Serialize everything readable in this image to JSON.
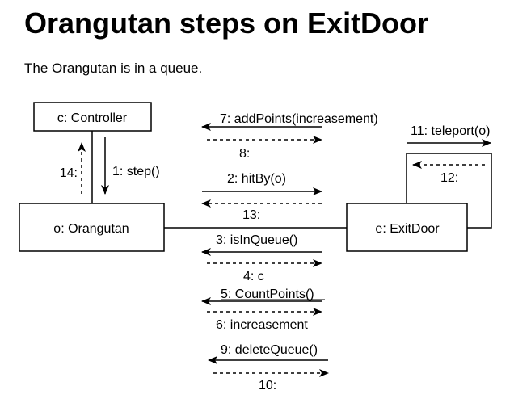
{
  "page": {
    "title": "Orangutan steps on ExitDoor",
    "subtitle": "The Orangutan is in a queue."
  },
  "diagram": {
    "objects": {
      "controller": "c: Controller",
      "orangutan": "o: Orangutan",
      "exitdoor": "e: ExitDoor"
    },
    "messages": {
      "m1": "1: step()",
      "m2": "2: hitBy(o)",
      "m3": "3: isInQueue()",
      "m4": "4: c",
      "m5": "5: CountPoints()",
      "m6": "6: increasement",
      "m7": "7: addPoints(increasement)",
      "m8": "8:",
      "m9": "9: deleteQueue()",
      "m10": "10:",
      "m11": "11: teleport(o)",
      "m12": "12:",
      "m13": "13:",
      "m14": "14:"
    }
  }
}
